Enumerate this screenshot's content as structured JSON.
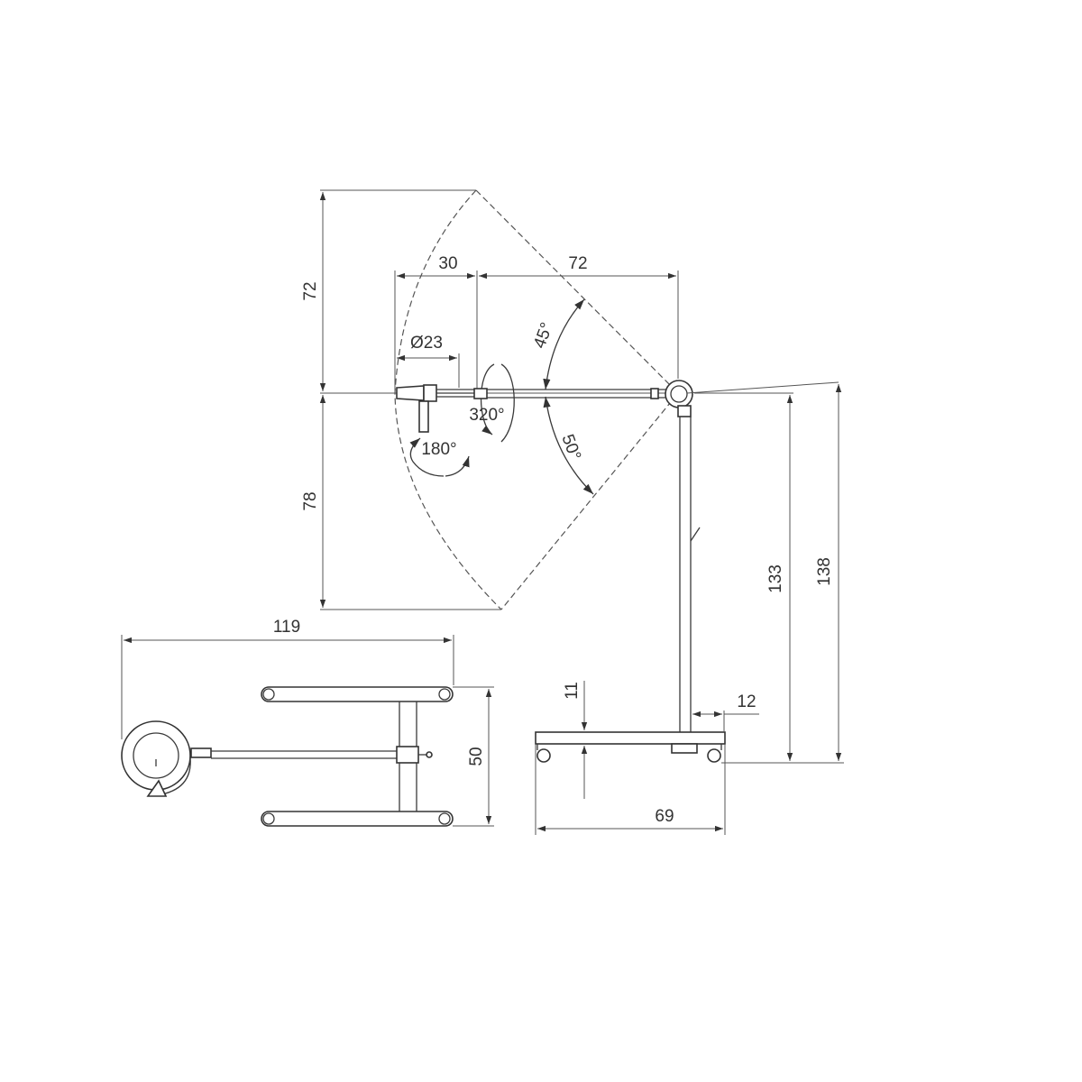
{
  "dimensions": {
    "swing_upper": "72",
    "swing_lower": "78",
    "head_offset": "30",
    "arm_length": "72",
    "head_diameter": "Ø23",
    "arm_rotation": "320°",
    "head_rotation": "180°",
    "tilt_up": "45°",
    "tilt_down": "50°",
    "pole_height": "133",
    "total_height": "138",
    "base_thickness": "11",
    "pole_offset": "12",
    "base_depth": "69",
    "top_view_length": "119",
    "top_view_width": "50"
  }
}
